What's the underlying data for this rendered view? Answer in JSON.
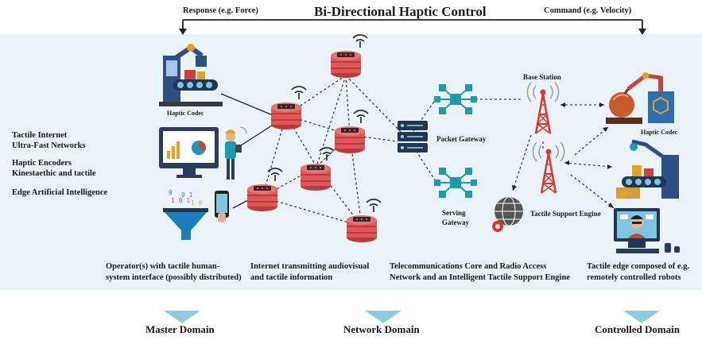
{
  "top": {
    "title": "Bi-Directional Haptic Control",
    "response_label": "Response (e.g. Force)",
    "command_label": "Command (e.g. Velocity)"
  },
  "left_list": {
    "line1": "Tactile Internet",
    "line2": "Ultra-Fast Networks",
    "line3": "Haptic Encoders",
    "line4": "Kinestaethic and tactile",
    "line5": "Edge Artificial Intelligence"
  },
  "labels": {
    "haptic_codec_left": "Haptic Codec",
    "haptic_codec_right": "Haptic Codec",
    "base_station": "Base Station",
    "packet_gateway": "Packet Gateway",
    "serving_gateway_1": "Serving",
    "serving_gateway_2": "Gateway",
    "tactile_support_engine": "Tactile Support Engine"
  },
  "captions": {
    "operator_1": "Operator(s) with tactile human-",
    "operator_2": "system interface (possibly distributed)",
    "internet_1": "Internet transmitting audiovisual",
    "internet_2": "and tactile information",
    "telecom_1": "Telecommunications Core and Radio Access",
    "telecom_2": "Network and an Intelligent Tactile Support Engine",
    "edge_1": "Tactile edge composed of e.g.",
    "edge_2": "remotely controlled robots"
  },
  "domains": {
    "master": "Master Domain",
    "network": "Network Domain",
    "controlled": "Controlled Domain"
  },
  "colors": {
    "panel": "#e9f3f8",
    "db_red": "#e05656",
    "tower_red": "#e0342c",
    "router_teal": "#1a9bb3",
    "domain_arrow": "#8fcbe0"
  }
}
